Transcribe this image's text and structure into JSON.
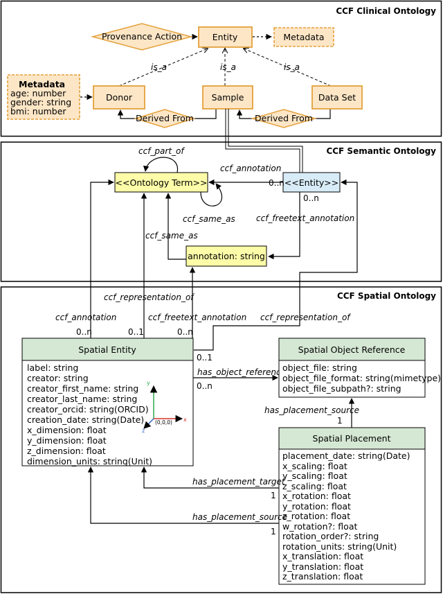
{
  "sections": {
    "clinical": "CCF Clinical Ontology",
    "semantic": "CCF Semantic Ontology",
    "spatial": "CCF Spatial Ontology"
  },
  "clinical": {
    "provenance_action": "Provenance Action",
    "entity": "Entity",
    "metadata_top": "Metadata",
    "donor": "Donor",
    "sample": "Sample",
    "data_set": "Data Set",
    "derived_from_left": "Derived From",
    "derived_from_right": "Derived From",
    "is_a_left": "is_a",
    "is_a_center": "is_a",
    "is_a_right": "is_a",
    "metadata_box": {
      "title": "Metadata",
      "lines": [
        "age: number",
        "gender: string",
        "bmi: number"
      ]
    }
  },
  "semantic": {
    "ontology_term": "<<Ontology Term>>",
    "entity": "<<Entity>>",
    "annotation_string": "annotation: string",
    "part_of": "ccf_part_of",
    "annotation": "ccf_annotation",
    "same_as_loop": "ccf_same_as",
    "same_as": "ccf_same_as",
    "freetext_annotation": "ccf_freetext_annotation",
    "card_entity_left": "0..n",
    "card_entity_below": "0..n"
  },
  "spatial": {
    "representation_of_left": "ccf_representation_of",
    "freetext_annotation": "ccf_freetext_annotation",
    "annotation": "ccf_annotation",
    "representation_of_right": "ccf_representation_of",
    "card_a": "0..n",
    "card_b": "0..1",
    "card_c": "0..n",
    "card_d": "0..1",
    "card_e": "0..n",
    "card_f": "1",
    "card_g": "1",
    "card_h": "1",
    "has_object_reference": "has_object_reference",
    "has_placement_source_top": "has_placement_source",
    "has_placement_target": "has_placement_target",
    "has_placement_source_bottom": "has_placement_source",
    "spatial_entity": {
      "title": "Spatial Entity",
      "fields": [
        "label: string",
        "creator: string",
        "creator_first_name: string",
        "creator_last_name: string",
        "creator_orcid: string(ORCID)",
        "creation_date: string(Date)",
        "x_dimension: float",
        "y_dimension: float",
        "z_dimension: float",
        "dimension_units: string(Unit)"
      ]
    },
    "axes": {
      "x": "x",
      "y": "y",
      "z": "z",
      "origin": "(0,0,0)"
    },
    "object_reference": {
      "title": "Spatial Object Reference",
      "fields": [
        "object_file: string",
        "object_file_format: string(mimetype)",
        "object_file_subpath?: string"
      ]
    },
    "placement": {
      "title": "Spatial Placement",
      "fields": [
        "placement_date: string(Date)",
        "x_scaling: float",
        "y_scaling: float",
        "z_scaling: float",
        "x_rotation: float",
        "y_rotation: float",
        "z_rotation: float",
        "w_rotation?: float",
        "rotation_order?: string",
        "rotation_units: string(Unit)",
        "x_translation: float",
        "y_translation: float",
        "z_translation: float"
      ]
    }
  },
  "colors": {
    "orange_fill": "#fde6c6",
    "orange_stroke": "#e4a03a",
    "yellow_fill": "#fdfca8",
    "blue_fill": "#d8ecf7",
    "green_header": "#d5e8d4"
  }
}
